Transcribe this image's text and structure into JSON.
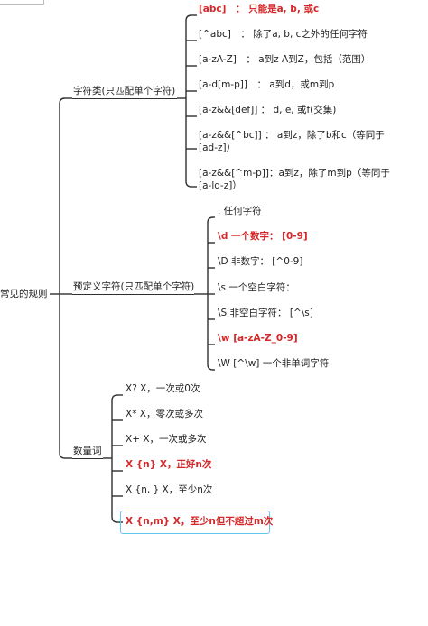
{
  "root": {
    "label": "常见的规则"
  },
  "branches": [
    {
      "label": "字符类(只匹配单个字符)",
      "items": [
        {
          "text": "[abc]　：  只能是a, b, 或c",
          "highlight": true
        },
        {
          "text": "[^abc]　：  除了a, b, c之外的任何字符",
          "highlight": false
        },
        {
          "text": "[a-zA-Z]　：  a到z A到Z，包括（范围）",
          "highlight": false
        },
        {
          "text": "[a-d[m-p]]　：  a到d，或m到p",
          "highlight": false
        },
        {
          "text": "[a-z&&[def]]  ：  d, e, 或f(交集)",
          "highlight": false
        },
        {
          "text": "[a-z&&[^bc]]  ：  a到z，除了b和c（等同于[ad-z]）",
          "highlight": false
        },
        {
          "text": "[a-z&&[^m-p]]：a到z，除了m到p（等同于[a-lq-z]）",
          "highlight": false
        }
      ]
    },
    {
      "label": "预定义字符(只匹配单个字符)",
      "items": [
        {
          "text": ". 任何字符",
          "highlight": false
        },
        {
          "text": "\\d 一个数字： [0-9]",
          "highlight": true
        },
        {
          "text": "\\D 非数字： [^0-9]",
          "highlight": false
        },
        {
          "text": "\\s 一个空白字符：",
          "highlight": false
        },
        {
          "text": "\\S 非空白字符： [^\\s]",
          "highlight": false
        },
        {
          "text": "\\w [a-zA-Z_0-9]",
          "highlight": true
        },
        {
          "text": "\\W  [^\\w] 一个非单词字符",
          "highlight": false
        }
      ]
    },
    {
      "label": "数量词",
      "items": [
        {
          "text": "X? X，一次或0次",
          "highlight": false
        },
        {
          "text": "X* X，零次或多次",
          "highlight": false
        },
        {
          "text": "X+ X，一次或多次",
          "highlight": false
        },
        {
          "text": "X {n} X，正好n次",
          "highlight": true
        },
        {
          "text": "X {n, } X，至少n次",
          "highlight": false
        },
        {
          "text": "X {n,m} X，至少n但不超过m次",
          "highlight": true
        }
      ]
    }
  ]
}
